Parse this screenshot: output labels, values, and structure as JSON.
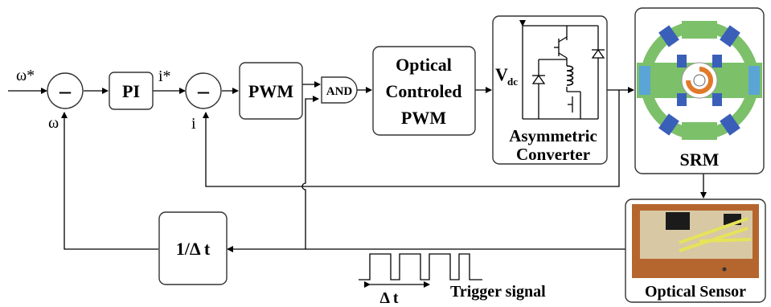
{
  "inputs": {
    "speed_ref": "ω*",
    "speed_fb": "ω",
    "current_ref": "i*",
    "current_fb": "i"
  },
  "sum_sign": "–",
  "blocks": {
    "pi": "PI",
    "pwm": "PWM",
    "and_gate": "AND",
    "optical_pwm": [
      "Optical",
      "Controled",
      "PWM"
    ],
    "vdc_main": "V",
    "vdc_sub": "dc",
    "converter": [
      "Asymmetric",
      "Converter"
    ],
    "srm": "SRM",
    "optical_sensor": "Optical Sensor",
    "inverse_dt": "1/Δ t"
  },
  "trigger": {
    "dt_label": "Δ t",
    "signal_label": "Trigger signal"
  },
  "colors": {
    "stator_ring": "#7cc06a",
    "stator_pole": "#3a5fb8",
    "rotor_arc": "#e07a2a",
    "sensor_board": "#b5662e",
    "sensor_wire": "#e6e35a"
  }
}
